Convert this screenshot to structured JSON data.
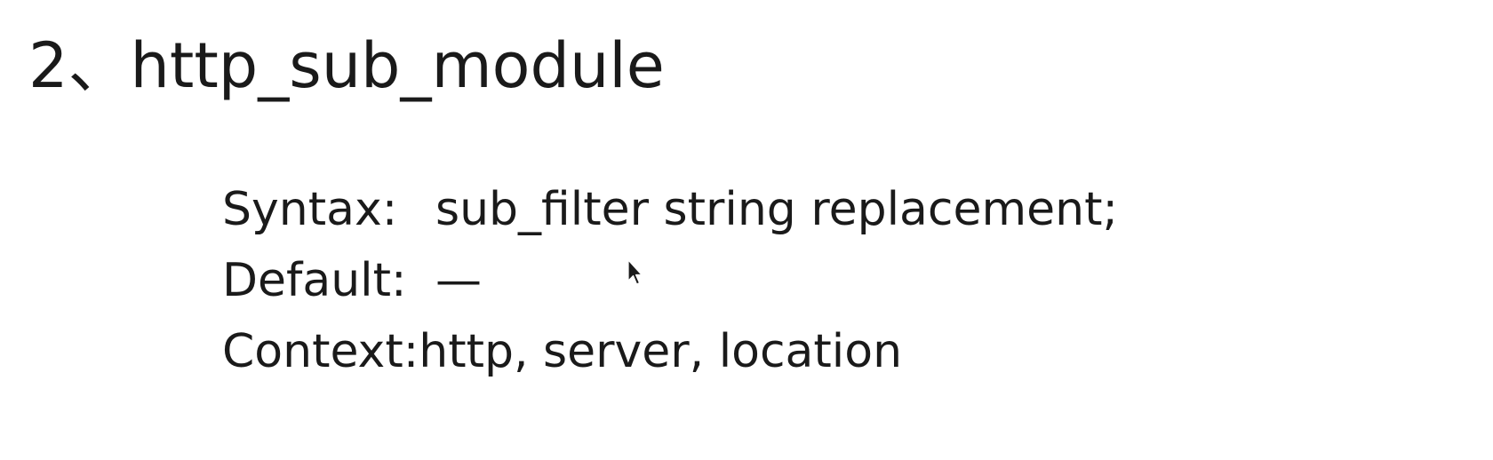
{
  "slide": {
    "title": "2、http_sub_module",
    "directive": {
      "syntax_label": "Syntax:",
      "syntax_value": "sub_filter string replacement;",
      "default_label": "Default:",
      "default_value": "—",
      "context_label": "Context:",
      "context_value": "http, server, location"
    }
  },
  "icons": {
    "cursor": "mouse-pointer-icon"
  },
  "colors": {
    "text": "#1a1a1a",
    "background": "#ffffff"
  }
}
